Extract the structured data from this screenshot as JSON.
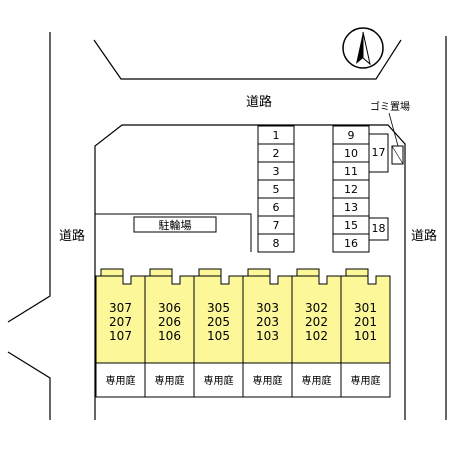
{
  "roads": {
    "top": "道路",
    "left": "道路",
    "right": "道路"
  },
  "compass": {
    "icon": "north-arrow-icon"
  },
  "garbage_area": {
    "label": "ゴミ置場"
  },
  "bicycle_parking": {
    "label": "駐輪場"
  },
  "parking": {
    "left_column": [
      "1",
      "2",
      "3",
      "5",
      "6",
      "7",
      "8"
    ],
    "right_column": [
      "9",
      "10",
      "11",
      "12",
      "13",
      "15",
      "16"
    ],
    "extra_top": "17",
    "extra_bottom": "18"
  },
  "units": [
    {
      "rooms": [
        "307",
        "207",
        "107"
      ],
      "yard": "専用庭"
    },
    {
      "rooms": [
        "306",
        "206",
        "106"
      ],
      "yard": "専用庭"
    },
    {
      "rooms": [
        "305",
        "205",
        "105"
      ],
      "yard": "専用庭"
    },
    {
      "rooms": [
        "303",
        "203",
        "103"
      ],
      "yard": "専用庭"
    },
    {
      "rooms": [
        "302",
        "202",
        "102"
      ],
      "yard": "専用庭"
    },
    {
      "rooms": [
        "301",
        "201",
        "101"
      ],
      "yard": "専用庭"
    }
  ],
  "colors": {
    "building_fill": "#fcf89a",
    "line": "#000000",
    "background": "#ffffff"
  }
}
